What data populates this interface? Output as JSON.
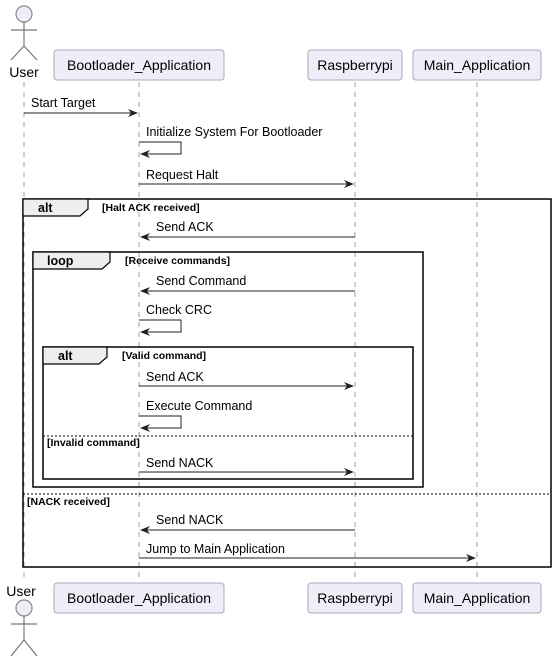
{
  "participants": {
    "user": "User",
    "bootloader": "Bootloader_Application",
    "raspberrypi": "Raspberrypi",
    "main": "Main_Application"
  },
  "messages": {
    "m1": "Start Target",
    "m2": "Initialize System For Bootloader",
    "m3": "Request Halt",
    "m4": "Send ACK",
    "m5": "Send Command",
    "m6": "Check CRC",
    "m7": "Send ACK",
    "m8": "Execute Command",
    "m9": "Send NACK",
    "m10": "Send NACK",
    "m11": "Jump to Main Application"
  },
  "fragments": {
    "alt_outer": {
      "keyword": "alt",
      "guard": "[Halt ACK received]",
      "else_guard": "[NACK received]"
    },
    "loop": {
      "keyword": "loop",
      "guard": "[Receive commands]"
    },
    "alt_inner": {
      "keyword": "alt",
      "guard": "[Valid command]",
      "else_guard": "[Invalid command]"
    }
  }
}
